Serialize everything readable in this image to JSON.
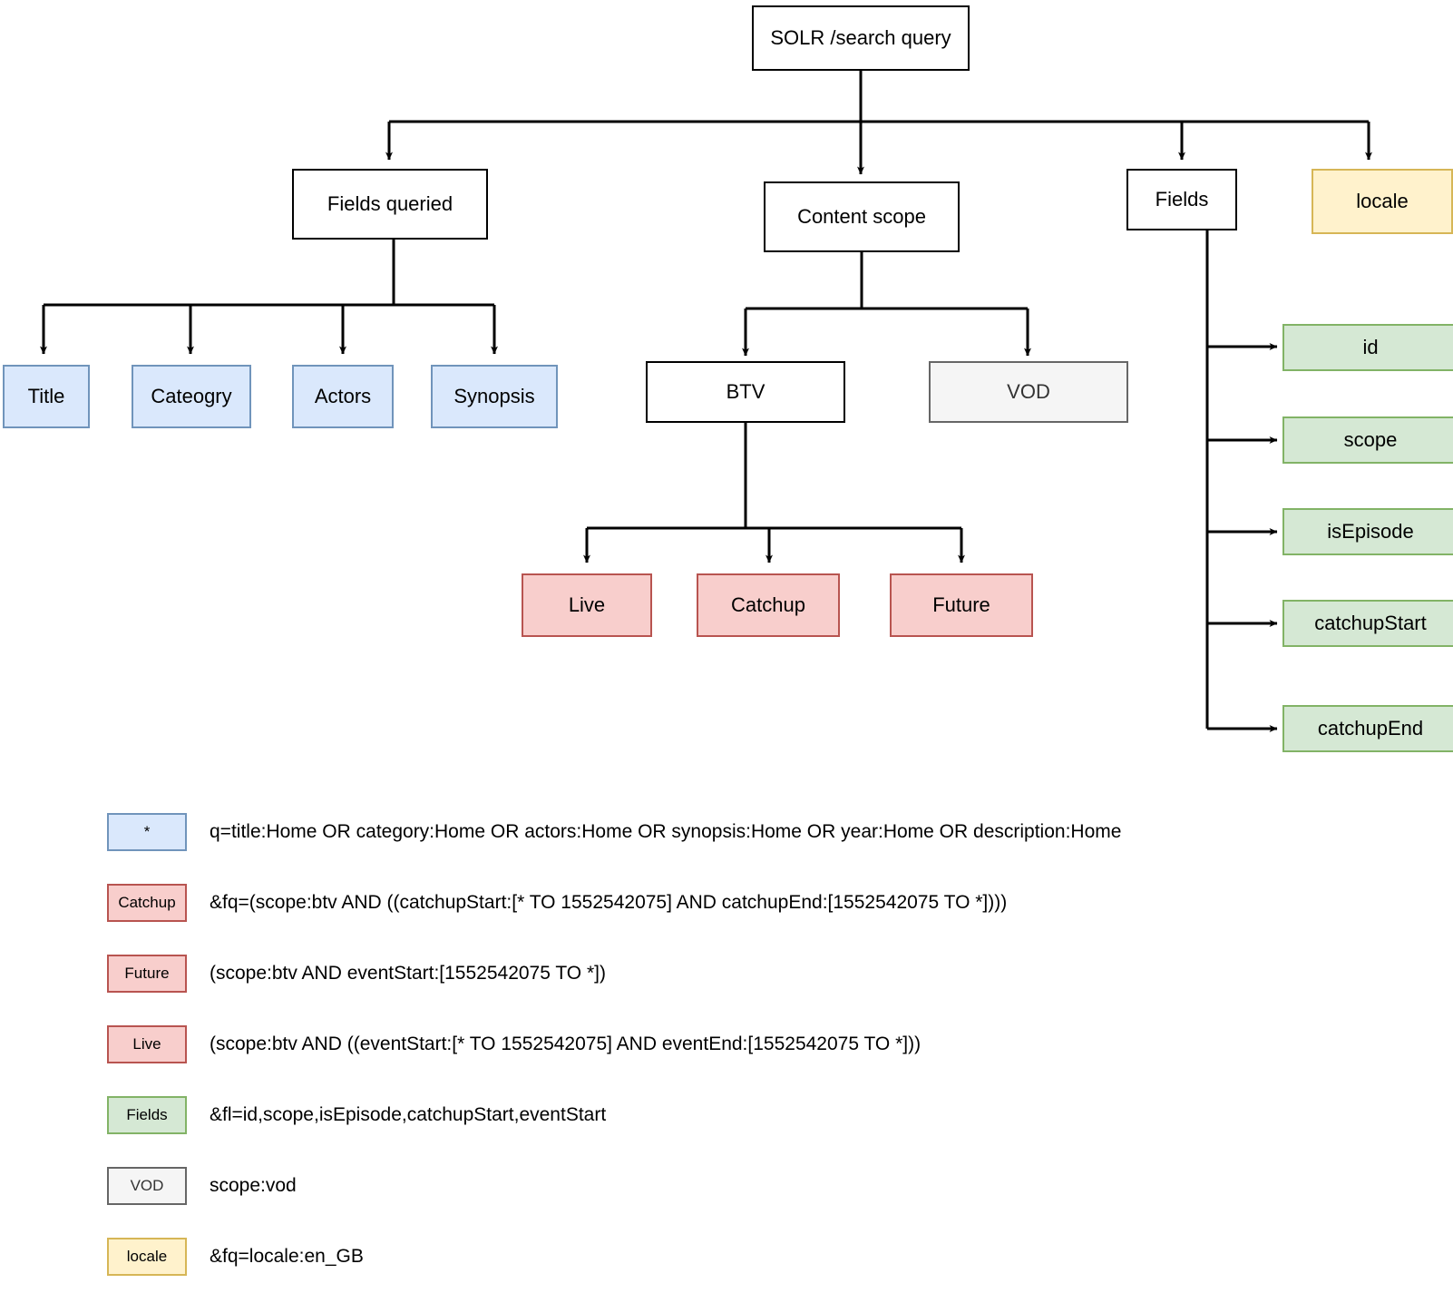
{
  "diagram": {
    "title_node": "SOLR /search query",
    "level2": {
      "fields_queried": "Fields queried",
      "content_scope": "Content scope",
      "fields": "Fields",
      "locale": "locale"
    },
    "queried_fields": [
      "Title",
      "Cateogry",
      "Actors",
      "Synopsis"
    ],
    "scopes": {
      "btv": "BTV",
      "vod": "VOD"
    },
    "btv_children": [
      "Live",
      "Catchup",
      "Future"
    ],
    "field_list": [
      "id",
      "scope",
      "isEpisode",
      "catchupStart",
      "catchupEnd"
    ]
  },
  "legend": [
    {
      "swatch": "*",
      "style": "blue",
      "text": "q=title:Home OR category:Home OR actors:Home OR synopsis:Home OR year:Home OR description:Home"
    },
    {
      "swatch": "Catchup",
      "style": "red",
      "text": "&fq=(scope:btv AND ((catchupStart:[* TO 1552542075] AND catchupEnd:[1552542075 TO *])))"
    },
    {
      "swatch": "Future",
      "style": "red",
      "text": "(scope:btv AND eventStart:[1552542075 TO *])"
    },
    {
      "swatch": "Live",
      "style": "red",
      "text": "(scope:btv AND ((eventStart:[* TO 1552542075] AND eventEnd:[1552542075 TO *]))"
    },
    {
      "swatch": "Fields",
      "style": "green",
      "text": "&fl=id,scope,isEpisode,catchupStart,eventStart"
    },
    {
      "swatch": "VOD",
      "style": "gray",
      "text": "scope:vod"
    },
    {
      "swatch": "locale",
      "style": "yellow",
      "text": "&fq=locale:en_GB"
    }
  ],
  "colors": {
    "blue_fill": "#dae8fc",
    "blue_stroke": "#7094bb",
    "red_fill": "#f8cecc",
    "red_stroke": "#b85450",
    "green_fill": "#d5e8d4",
    "green_stroke": "#82b366",
    "gray_fill": "#f5f5f5",
    "gray_stroke": "#666666",
    "yellow_fill": "#fff2cc",
    "yellow_stroke": "#d6b656",
    "line": "#000000"
  }
}
